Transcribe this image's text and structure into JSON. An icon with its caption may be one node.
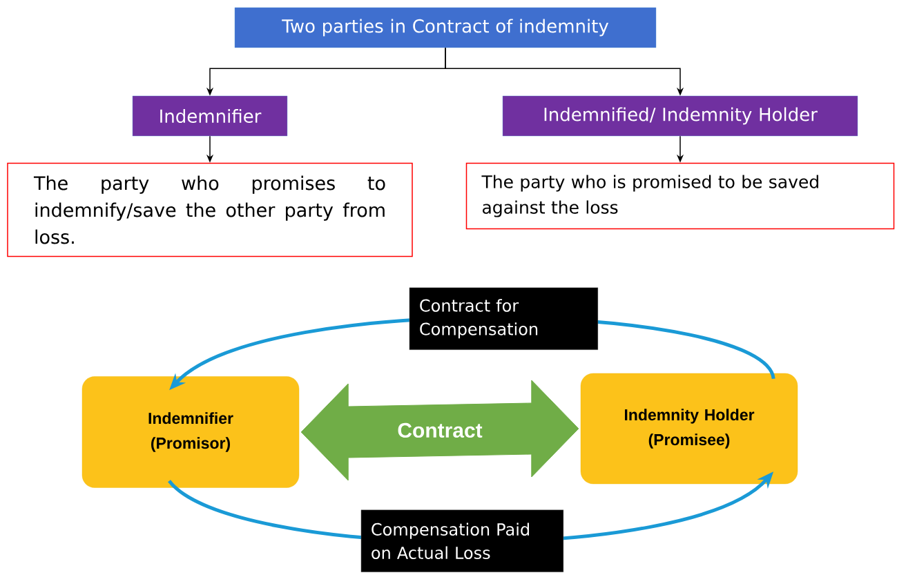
{
  "diagram": {
    "nodes": [
      {
        "text": [
          "Two parties in Contract of indemnity"
        ]
      },
      {
        "text": [
          "Indemnifier"
        ]
      },
      {
        "text": [
          "Indemnified/ Indemnity Holder"
        ]
      },
      {
        "text": [
          "The party who promises to indemnify/save the other party from loss."
        ]
      },
      {
        "text": [
          "The party who is promised to be saved against the loss"
        ]
      },
      {
        "text": [
          "Indemnifier (Promisor)"
        ]
      },
      {
        "text": [
          "Indemnity Holder (Promisee)"
        ]
      }
    ],
    "edges": [
      {
        "from": 0,
        "to": 1,
        "arrow": "to"
      },
      {
        "from": 0,
        "to": 2,
        "arrow": "to"
      },
      {
        "from": 1,
        "to": 3,
        "arrow": "to"
      },
      {
        "from": 2,
        "to": 4,
        "arrow": "to"
      },
      {
        "from": 5,
        "to": 6,
        "arrow": "both",
        "label": "Contract",
        "style": "thick",
        "color": "#70ad47"
      },
      {
        "from": 6,
        "to": 5,
        "arrow": "to",
        "label": "Contract for Compensation",
        "style": "thick",
        "color": "#1a9ad6"
      },
      {
        "from": 5,
        "to": 6,
        "arrow": "to",
        "label": "Compensation Paid on Actual Loss",
        "style": "thick",
        "color": "#1a9ad6"
      }
    ]
  }
}
